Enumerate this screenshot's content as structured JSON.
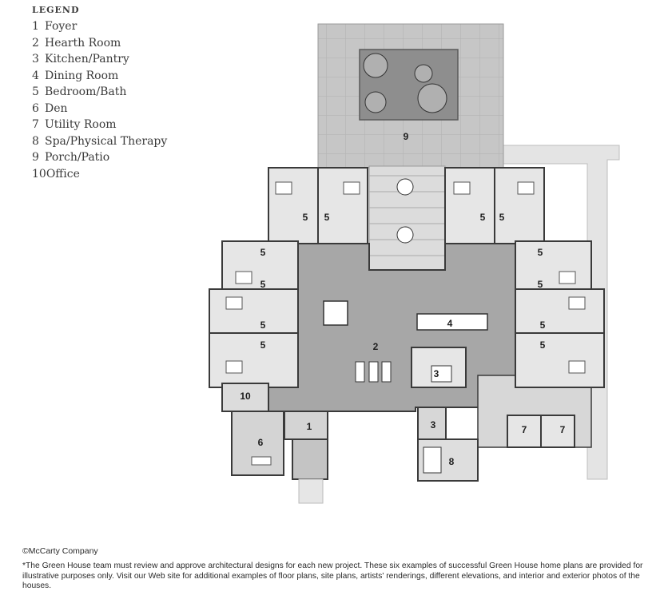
{
  "legend": {
    "title": "LEGEND",
    "items": [
      {
        "num": "1",
        "label": "Foyer"
      },
      {
        "num": "2",
        "label": "Hearth Room"
      },
      {
        "num": "3",
        "label": "Kitchen/Pantry"
      },
      {
        "num": "4",
        "label": "Dining Room"
      },
      {
        "num": "5",
        "label": "Bedroom/Bath"
      },
      {
        "num": "6",
        "label": "Den"
      },
      {
        "num": "7",
        "label": "Utility Room"
      },
      {
        "num": "8",
        "label": "Spa/Physical Therapy"
      },
      {
        "num": "9",
        "label": "Porch/Patio"
      },
      {
        "num": "10",
        "label": "Office"
      }
    ]
  },
  "plan_labels": {
    "porch": "9",
    "bed_a": "5",
    "bed_b": "5",
    "bed_c": "5",
    "bed_d": "5",
    "bed_e": "5",
    "bed_f": "5",
    "bed_g": "5",
    "bed_h": "5",
    "bed_i": "5",
    "bed_j": "5",
    "bed_k": "5",
    "bed_l": "5",
    "hearth": "2",
    "dining": "4",
    "kitchen": "3",
    "pantry": "3",
    "office": "10",
    "den": "6",
    "foyer": "1",
    "spa": "8",
    "utility_a": "7",
    "utility_b": "7"
  },
  "colors": {
    "floor": "#a7a7a7",
    "patio": "#c6c6c6",
    "room": "#e6e6e6",
    "wall": "#3a3a3a"
  },
  "footer": {
    "copyright": "©McCarty Company",
    "disclaimer": "*The Green House team must review and approve architectural designs for each new project. These six examples of successful Green House home plans are provided for illustrative purposes only. Visit our Web site for additional examples of floor plans, site plans, artists' renderings, different elevations, and interior and exterior photos of the houses."
  }
}
